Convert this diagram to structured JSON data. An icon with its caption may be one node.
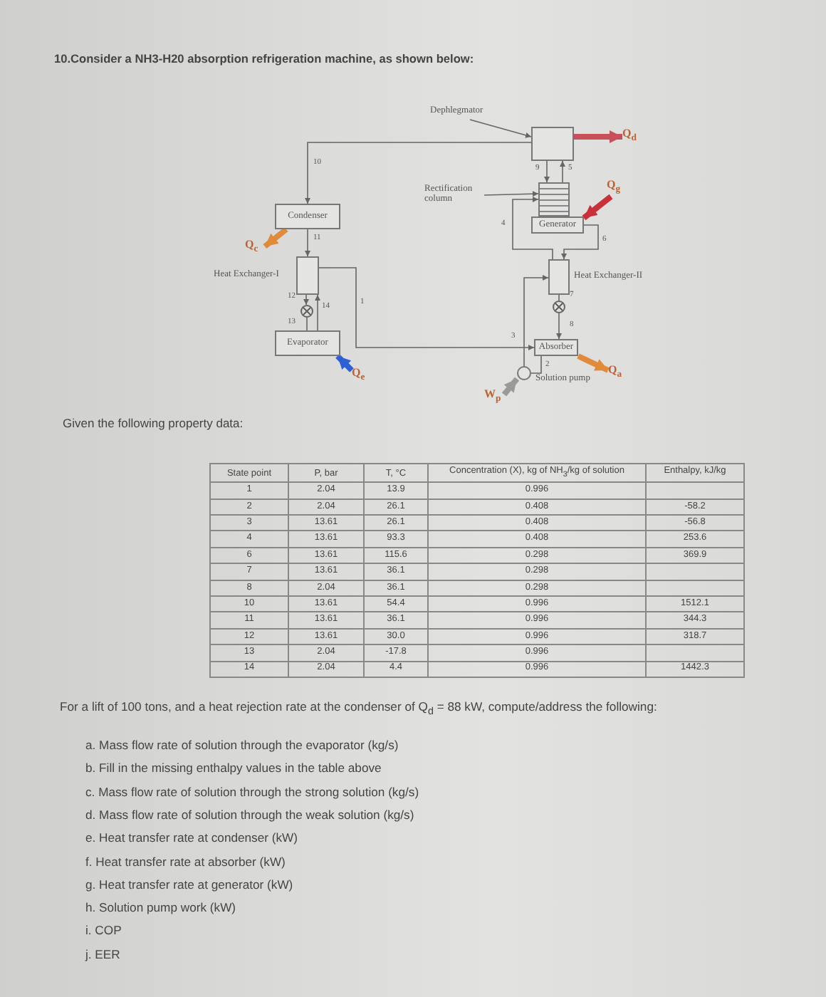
{
  "diagram": {
    "title": "10.Consider a NH3-H20 absorption refrigeration machine, as shown below:",
    "nodes": [
      {
        "text": [
          "Dephlegmator"
        ]
      },
      {
        "text": [],
        "shape": "box"
      },
      {
        "text": [
          "Q$_{d}$"
        ]
      },
      {
        "text": [
          "Rectification column"
        ]
      },
      {
        "text": [],
        "shape": "box"
      },
      {
        "text": [
          "Generator"
        ]
      },
      {
        "text": [
          "Q$_{g}$"
        ]
      },
      {
        "text": [
          "Condenser"
        ]
      },
      {
        "text": [
          "Q$_{c}$"
        ]
      },
      {
        "text": [
          "Heat Exchanger-I"
        ]
      },
      {
        "text": [
          "Evaporator"
        ]
      },
      {
        "text": [
          "Q$_{e}$"
        ]
      },
      {
        "text": [
          "Heat Exchanger-II"
        ]
      },
      {
        "text": [
          "Absorber"
        ]
      },
      {
        "text": [
          "Q$_{a}$"
        ]
      },
      {
        "text": [
          "Solution pump"
        ]
      },
      {
        "text": [
          "W$_{p}$"
        ]
      },
      {
        "text": [],
        "shape": "circle"
      },
      {
        "text": [],
        "shape": "circle"
      }
    ],
    "edges": [
      {
        "from": 1,
        "to": 7,
        "arrow": "to",
        "label": "10"
      },
      {
        "from": 7,
        "to": 9,
        "arrow": "to",
        "label": "11"
      },
      {
        "from": 9,
        "to": 17,
        "arrow": "to",
        "label": "12"
      },
      {
        "from": 17,
        "to": 10,
        "arrow": "none",
        "label": "13"
      },
      {
        "from": 10,
        "to": 9,
        "arrow": "to",
        "label": "14"
      },
      {
        "from": 9,
        "to": 13,
        "arrow": "to",
        "label": "1"
      },
      {
        "from": 13,
        "to": 15,
        "arrow": "none",
        "label": "2"
      },
      {
        "from": 15,
        "to": 12,
        "arrow": "to",
        "label": "3"
      },
      {
        "from": 12,
        "to": 4,
        "arrow": "to",
        "label": "4"
      },
      {
        "from": 5,
        "to": 12,
        "arrow": "to",
        "label": "6"
      },
      {
        "from": 12,
        "to": 18,
        "arrow": "none",
        "label": "7"
      },
      {
        "from": 18,
        "to": 13,
        "arrow": "to",
        "label": "8"
      },
      {
        "from": 1,
        "to": 4,
        "arrow": "to",
        "label": "9"
      },
      {
        "from": 4,
        "to": 1,
        "arrow": "to",
        "label": "5"
      },
      {
        "from": 0,
        "to": 1,
        "arrow": "to"
      },
      {
        "from": 3,
        "to": 4,
        "arrow": "to"
      },
      {
        "from": 1,
        "to": 2,
        "arrow": "to",
        "style": "thick",
        "color": "#c8505a"
      },
      {
        "from": 6,
        "to": 5,
        "arrow": "to",
        "style": "thick",
        "color": "#c8303a"
      },
      {
        "from": 7,
        "to": 8,
        "arrow": "to",
        "style": "thick",
        "color": "#e08a3c"
      },
      {
        "from": 11,
        "to": 10,
        "arrow": "to",
        "style": "thick",
        "color": "#2f5fd6"
      },
      {
        "from": 13,
        "to": 14,
        "arrow": "to",
        "style": "thick",
        "color": "#e08a3c"
      },
      {
        "from": 16,
        "to": 15,
        "arrow": "to",
        "style": "thick",
        "color": "#9a9a9a"
      }
    ],
    "labels": [
      "Given the following property data:",
      "State point",
      "P, bar",
      "T, °C",
      "Concentration (X), kg of NH$_{3}$/kg of solution",
      "Enthalpy, kJ/kg",
      "1",
      "2.04",
      "13.9",
      "0.996",
      "2",
      "2.04",
      "26.1",
      "0.408",
      "-58.2",
      "3",
      "13.61",
      "26.1",
      "0.408",
      "-56.8",
      "4",
      "13.61",
      "93.3",
      "0.408",
      "253.6",
      "6",
      "13.61",
      "115.6",
      "0.298",
      "369.9",
      "7",
      "13.61",
      "36.1",
      "0.298",
      "8",
      "2.04",
      "36.1",
      "0.298",
      "10",
      "13.61",
      "54.4",
      "0.996",
      "1512.1",
      "11",
      "13.61",
      "36.1",
      "0.996",
      "344.3",
      "12",
      "13.61",
      "30.0",
      "0.996",
      "318.7",
      "13",
      "2.04",
      "-17.8",
      "0.996",
      "14",
      "2.04",
      "4.4",
      "0.996",
      "1442.3",
      "For a lift of 100 tons, and a heat rejection rate at the condenser of Q$_{d}$ = 88 kW, compute/address the following:",
      "a. Mass flow rate of solution through the evaporator (kg/s)",
      "b. Fill in the missing enthalpy values in the table above",
      "c. Mass flow rate of solution through the strong solution (kg/s)",
      "d. Mass flow rate of solution through the weak solution (kg/s)",
      "e. Heat transfer rate at condenser (kW)",
      "f. Heat transfer rate at absorber (kW)",
      "g. Heat transfer rate at generator (kW)",
      "h. Solution pump work (kW)",
      "i. COP",
      "j. EER"
    ]
  }
}
